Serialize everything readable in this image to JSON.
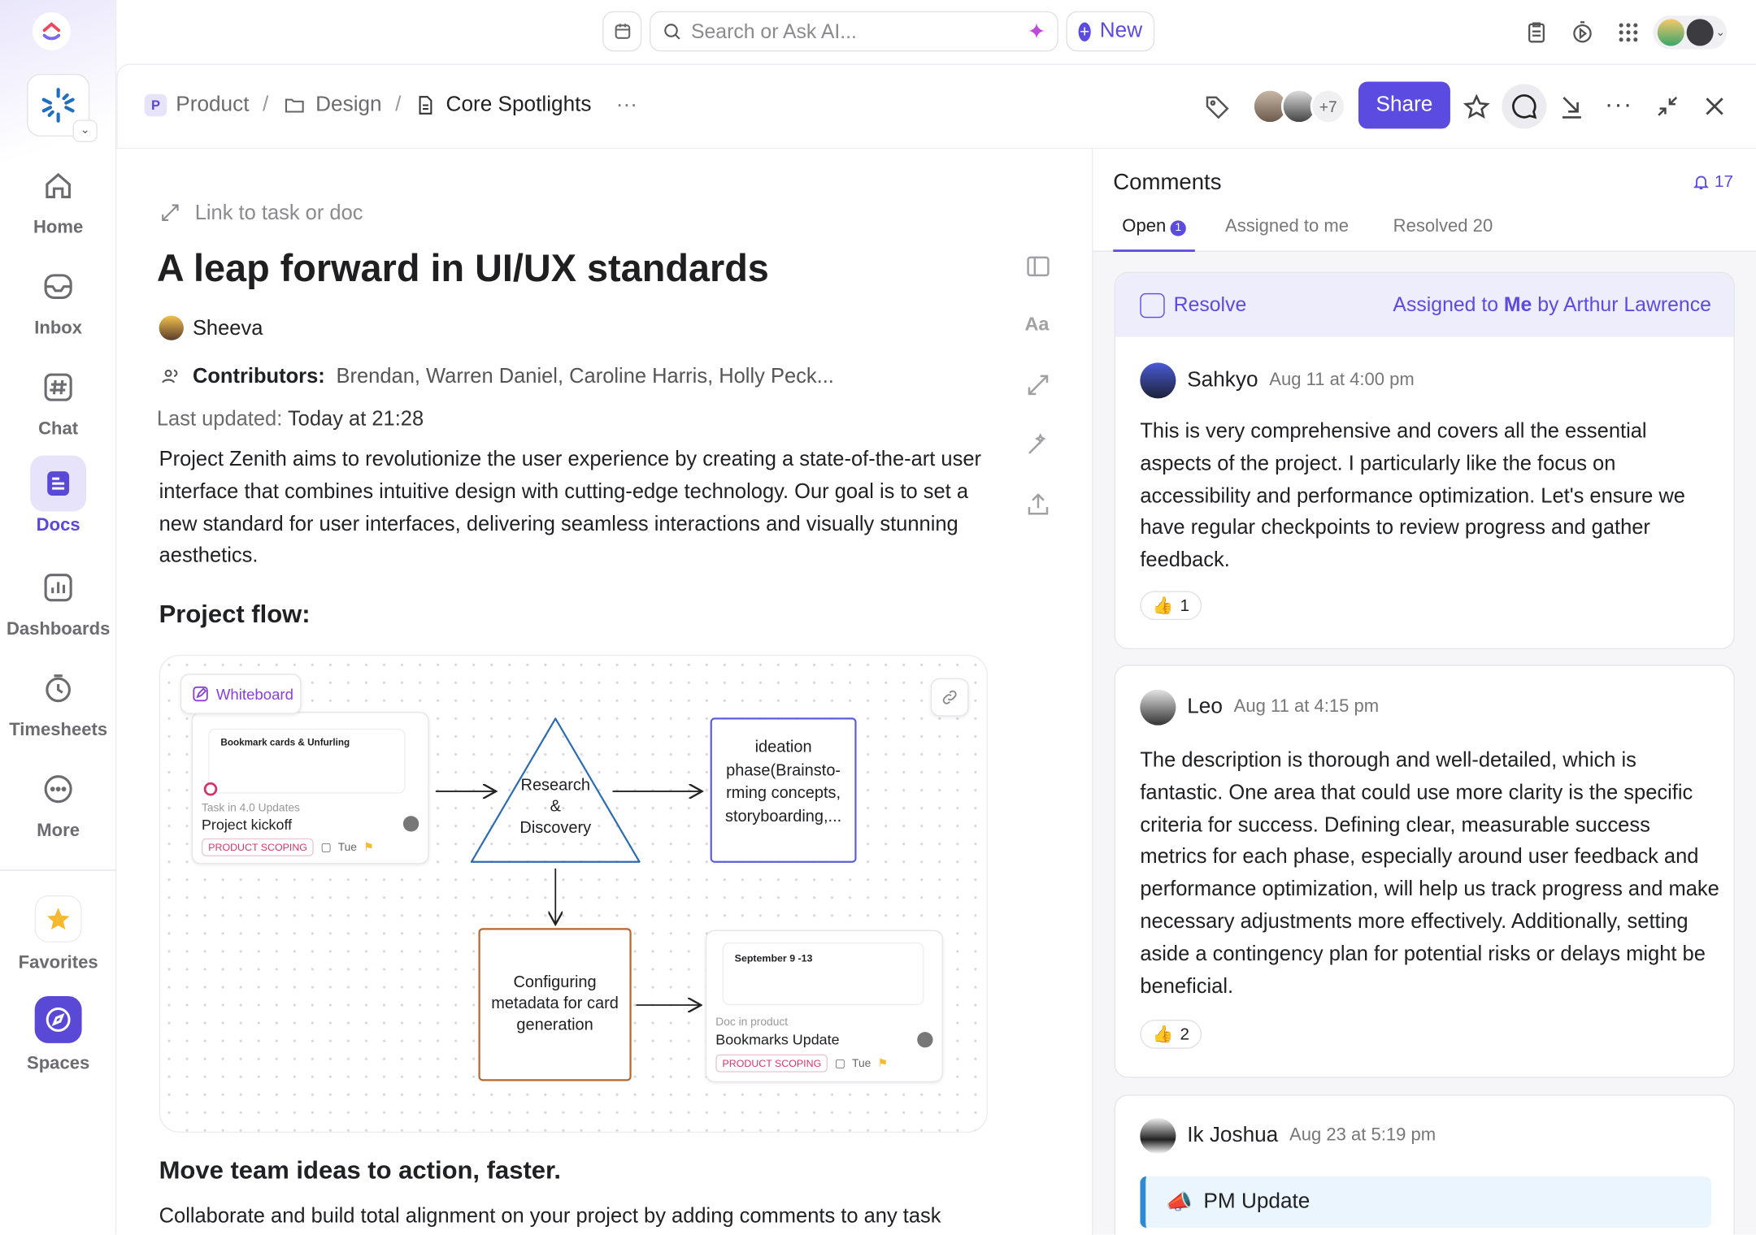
{
  "sidebar": {
    "items": [
      {
        "label": "Home",
        "icon": "home-icon"
      },
      {
        "label": "Inbox",
        "icon": "inbox-icon"
      },
      {
        "label": "Chat",
        "icon": "hash-icon"
      },
      {
        "label": "Docs",
        "icon": "doc-icon",
        "active": true
      },
      {
        "label": "Dashboards",
        "icon": "chart-icon"
      },
      {
        "label": "Timesheets",
        "icon": "clock-icon"
      },
      {
        "label": "More",
        "icon": "more-icon"
      }
    ],
    "bottom": [
      {
        "label": "Favorites",
        "icon": "star-icon"
      },
      {
        "label": "Spaces",
        "icon": "compass-icon"
      }
    ]
  },
  "topbar": {
    "search_placeholder": "Search or Ask AI...",
    "new_label": "New"
  },
  "breadcrumb": {
    "space_badge": "P",
    "items": [
      "Product",
      "Design",
      "Core Spotlights"
    ],
    "more": "···"
  },
  "header": {
    "extra_members": "+7",
    "share_label": "Share"
  },
  "doc": {
    "link_placeholder": "Link to task or doc",
    "title": "A leap forward in UI/UX standards",
    "author": "Sheeva",
    "contributors_label": "Contributors:",
    "contributors": "Brendan, Warren Daniel, Caroline Harris, Holly Peck...",
    "updated_label": "Last updated:",
    "updated_value": "Today at 21:28",
    "intro": "Project Zenith aims to revolutionize the user experience by creating a state-of-the-art user interface that combines intuitive design with cutting-edge technology. Our goal is to set a new standard for user interfaces, delivering seamless interactions and visually stunning aesthetics.",
    "flow_heading": "Project flow:",
    "section2_heading": "Move team ideas to action, faster.",
    "section2_text": "Collaborate and build total alignment on your project by adding comments to any task",
    "format_label": "Aa"
  },
  "whiteboard": {
    "label": "Whiteboard",
    "card1": {
      "preview_title": "Bookmark cards & Unfurling",
      "subtitle": "Task in 4.0 Updates",
      "title": "Project kickoff",
      "tag": "PRODUCT SCOPING",
      "date": "Tue"
    },
    "node_research": [
      "Research",
      "&",
      "Discovery"
    ],
    "node_ideation": [
      "ideation",
      "phase(Brainsto-",
      "rming concepts,",
      "storyboarding,..."
    ],
    "node_config": [
      "Configuring",
      "metadata for card",
      "generation"
    ],
    "card2": {
      "preview_title": "September 9 -13",
      "subtitle": "Doc in product",
      "title": "Bookmarks Update",
      "tag": "PRODUCT SCOPING",
      "date": "Tue"
    },
    "colors": {
      "triangle": "#2a6db5",
      "ideation": "#5b5fd6",
      "config": "#b5652f"
    }
  },
  "comments": {
    "title": "Comments",
    "notif_count": "17",
    "tabs": [
      {
        "label": "Open",
        "badge": "1",
        "active": true
      },
      {
        "label": "Assigned to me"
      },
      {
        "label": "Resolved 20"
      }
    ],
    "resolve_label": "Resolve",
    "assigned_prefix": "Assigned to ",
    "assigned_me": "Me",
    "assigned_suffix": " by Arthur Lawrence",
    "items": [
      {
        "author": "Sahkyo",
        "time": "Aug 11 at 4:00 pm",
        "text": "This is very comprehensive and covers all the essential aspects of the project. I particularly like the focus on accessibility and performance optimization. Let's ensure we have regular checkpoints to review progress and gather feedback.",
        "reaction": "👍",
        "count": "1"
      },
      {
        "author": "Leo",
        "time": "Aug 11 at 4:15 pm",
        "text": "The description is thorough and well-detailed, which is fantastic. One area that could use more clarity is the specific criteria for success. Defining clear, measurable success metrics for each phase, especially around user feedback and performance optimization, will help us track progress and make necessary adjustments more effectively. Additionally, setting aside a contingency plan for potential risks or delays might be beneficial.",
        "reaction": "👍",
        "count": "2"
      },
      {
        "author": "Ik Joshua",
        "time": "Aug 23 at 5:19 pm",
        "callout_icon": "📣",
        "callout": "PM Update"
      }
    ]
  },
  "colors": {
    "accent": "#5b4be0",
    "sidebar_active_bg": "#e6e3fb",
    "resolve_bar": "#eeedfb",
    "callout_bg": "#eaf5fe",
    "callout_border": "#2d8bd6"
  }
}
